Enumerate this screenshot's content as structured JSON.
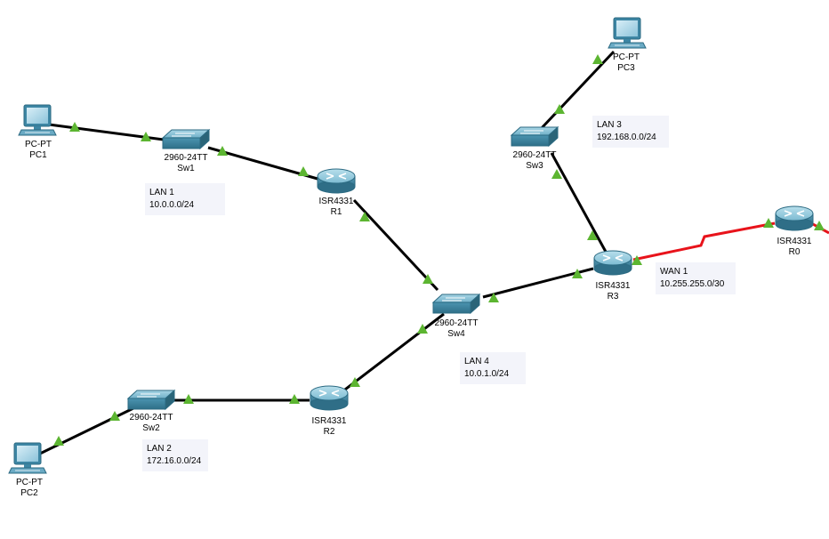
{
  "devices": {
    "pc1": {
      "model": "PC-PT",
      "name": "PC1"
    },
    "pc2": {
      "model": "PC-PT",
      "name": "PC2"
    },
    "pc3": {
      "model": "PC-PT",
      "name": "PC3"
    },
    "sw1": {
      "model": "2960-24TT",
      "name": "Sw1"
    },
    "sw2": {
      "model": "2960-24TT",
      "name": "Sw2"
    },
    "sw3": {
      "model": "2960-24TT",
      "name": "Sw3"
    },
    "sw4": {
      "model": "2960-24TT",
      "name": "Sw4"
    },
    "r0": {
      "model": "ISR4331",
      "name": "R0"
    },
    "r1": {
      "model": "ISR4331",
      "name": "R1"
    },
    "r2": {
      "model": "ISR4331",
      "name": "R2"
    },
    "r3": {
      "model": "ISR4331",
      "name": "R3"
    }
  },
  "notes": {
    "lan1": {
      "title": "LAN 1",
      "subnet": "10.0.0.0/24"
    },
    "lan2": {
      "title": "LAN 2",
      "subnet": "172.16.0.0/24"
    },
    "lan3": {
      "title": "LAN 3",
      "subnet": "192.168.0.0/24"
    },
    "lan4": {
      "title": "LAN 4",
      "subnet": "10.0.1.0/24"
    },
    "wan1": {
      "title": "WAN 1",
      "subnet": "10.255.255.0/30"
    }
  },
  "colors": {
    "link": "#000000",
    "serial_link": "#e8131b",
    "link_up": "#5cb531",
    "switch_body": "#3f8aa6",
    "router_body": "#4d8fa8",
    "pc_body": "#4f94b3"
  }
}
